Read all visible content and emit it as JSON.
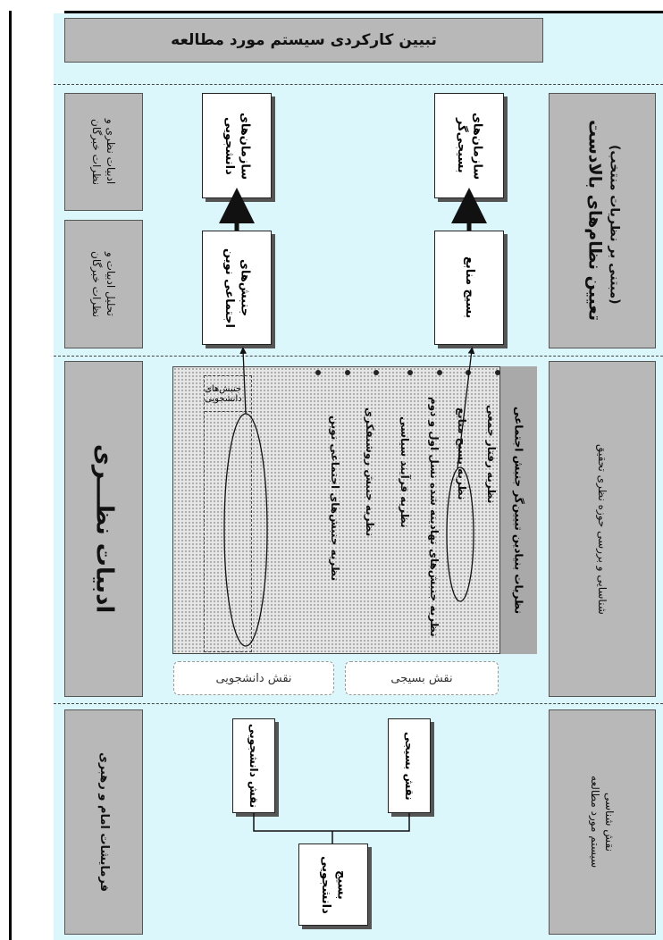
{
  "header": {
    "title": "تبیین کارکردی سیستم مورد مطالعه"
  },
  "right_column": {
    "top_title": "تعیین نظام‌های بالادست",
    "top_subtitle": "(مبتنی بر نظریات منتخب)",
    "middle": "شناسایی و بررسی حوزه نظری تحقیق",
    "bottom": "نقش شناسی\nسیستم مورد مطالعه"
  },
  "left_column": {
    "top_1": "ادبیات نظری و\nنظرات خبرگان",
    "top_2": "تحلیل ادبیات و\nنظرات خبرگان",
    "middle": "ادبیات نظـــری",
    "bottom": "فرمایشات امام و رهبری"
  },
  "boxes": {
    "basij_orgs": "سازمان‌های\nبسیجی‌گر",
    "student_orgs": "سازمان‌های\nدانشجویی",
    "resource_mobilization": "بسیج منابع",
    "new_social_movements": "جنبش‌های\nاجتماعی نوین",
    "basij_role": "نقش بسیجی",
    "student_role": "نقش دانشجویی",
    "student_basij": "بسیج\nدانشجویی"
  },
  "theory": {
    "strip_title": "نظریات بنیادین تبیین‌گر جنبش اجتماعی",
    "items": [
      "نظریه رفتار جمعی",
      "نظریه بسیج منابع",
      "نظریه جنبش‌های نهادینه شده نسل اول و دوم",
      "نظریه فرآیند سیاسی",
      "نظریه جنبش روشنفکری",
      "نظریه جنبش‌های اجتماعی نوین"
    ],
    "student_movements_label": "جنبش‌های دانشجویی"
  },
  "roles": {
    "basij": "نقش بسیجی",
    "student": "نقش دانشجویی"
  },
  "colors": {
    "background": "#dcf7fb",
    "grey_box": "#b8b8b8",
    "accent_border": "#222222"
  }
}
